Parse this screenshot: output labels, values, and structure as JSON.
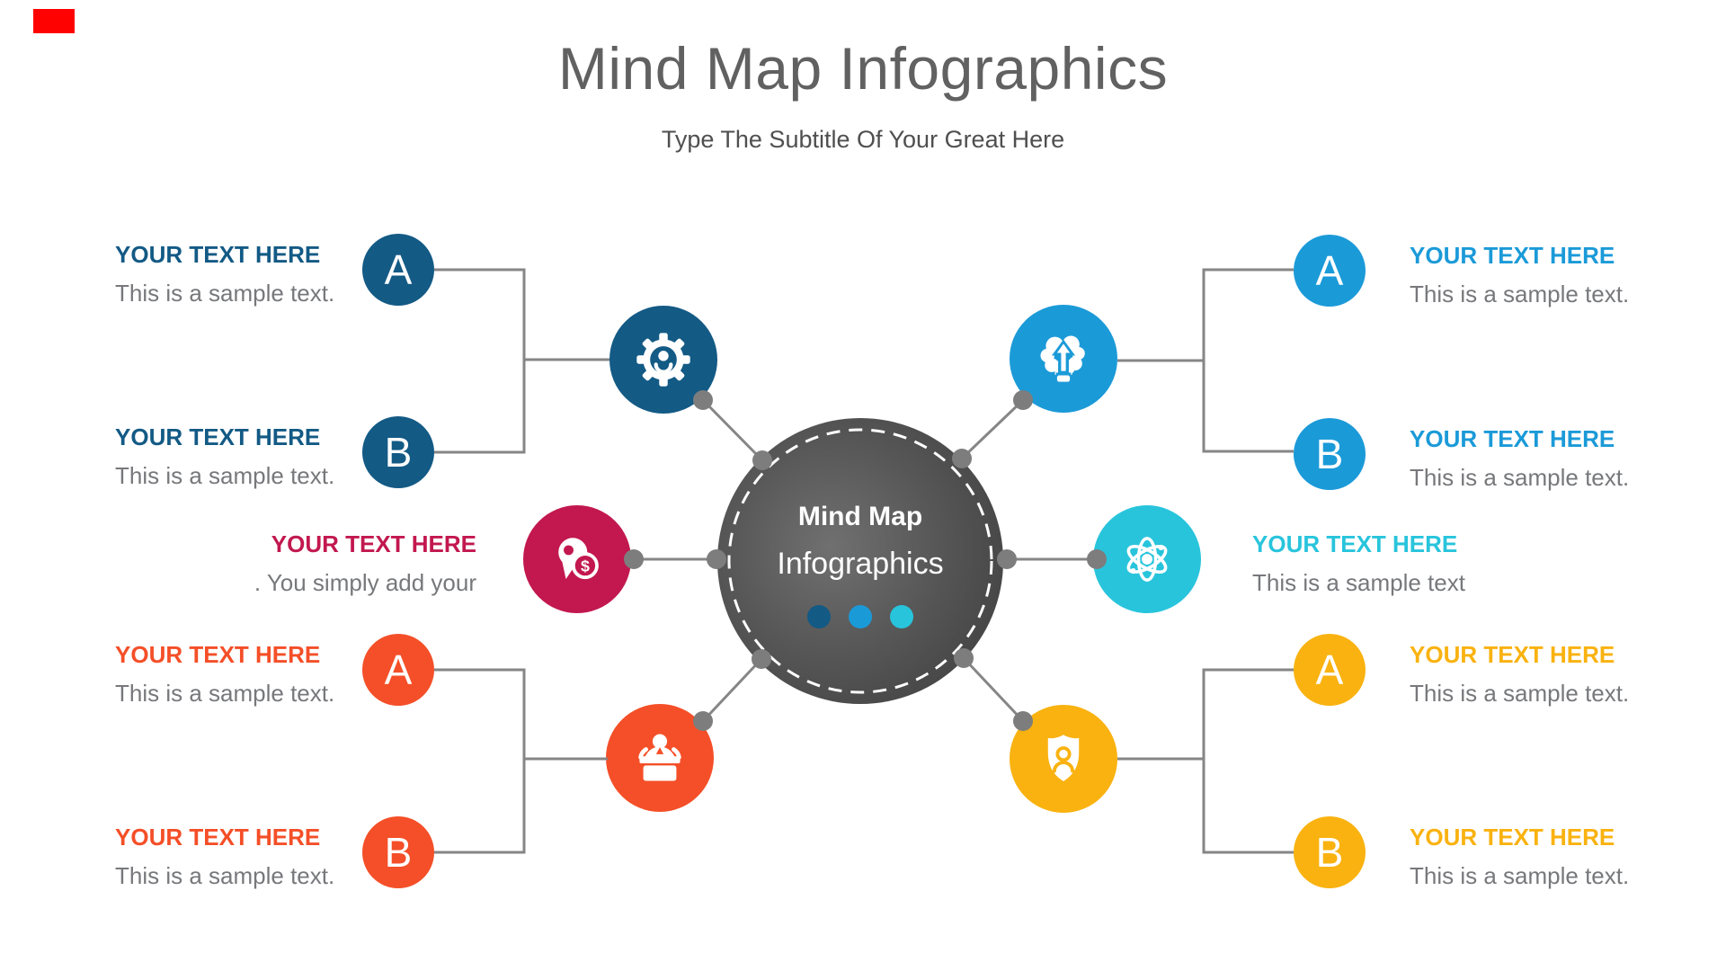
{
  "slide": {
    "title": "Mind Map Infographics",
    "subtitle": "Type The Subtitle Of Your Great Here"
  },
  "marker": {
    "color": "#fe0202"
  },
  "center": {
    "title": "Mind Map",
    "subtitle": "Infographics",
    "dots": [
      "#135a85",
      "#1b9ad8",
      "#28c4dc"
    ]
  },
  "ui_colors": {
    "connector_gray": "#868686",
    "dot_gray": "#7d7d7d",
    "sample_text_gray": "#77787b",
    "title_gray": "#616161"
  },
  "branches": {
    "top_left": {
      "color": "#135a85",
      "icon": "gear-user-icon",
      "items": [
        {
          "letter": "A",
          "title": "YOUR TEXT HERE",
          "text": "This is a sample text."
        },
        {
          "letter": "B",
          "title": "YOUR TEXT HERE",
          "text": "This is a sample text."
        }
      ]
    },
    "top_right": {
      "color": "#1b9ad8",
      "icon": "brain-arrow-icon",
      "items": [
        {
          "letter": "A",
          "title": "YOUR TEXT HERE",
          "text": "This is a sample text."
        },
        {
          "letter": "B",
          "title": "YOUR TEXT HERE",
          "text": "This is a sample text."
        }
      ]
    },
    "mid_left": {
      "color": "#c2184f",
      "icon": "money-location-icon",
      "title": "YOUR TEXT HERE",
      "text": ". You simply add your"
    },
    "mid_right": {
      "color": "#28c4dc",
      "icon": "atom-icon",
      "title": "YOUR TEXT HERE",
      "text": "This is a sample text"
    },
    "bottom_left": {
      "color": "#f44f28",
      "icon": "podium-speaker-icon",
      "items": [
        {
          "letter": "A",
          "title": "YOUR TEXT HERE",
          "text": "This is a sample text."
        },
        {
          "letter": "B",
          "title": "YOUR TEXT HERE",
          "text": "This is a sample text."
        }
      ]
    },
    "bottom_right": {
      "color": "#f9b210",
      "icon": "shield-user-icon",
      "items": [
        {
          "letter": "A",
          "title": "YOUR TEXT HERE",
          "text": "This is a sample text."
        },
        {
          "letter": "B",
          "title": "YOUR TEXT HERE",
          "text": "This is a sample text."
        }
      ]
    }
  }
}
